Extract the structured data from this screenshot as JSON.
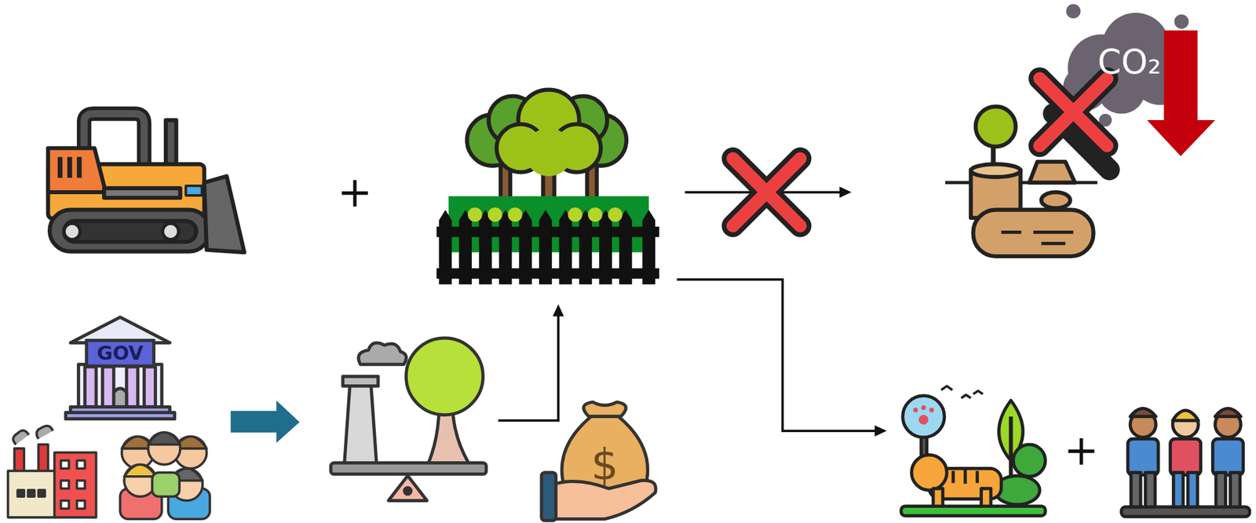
{
  "diagram": {
    "labels": [
      "+",
      "CO₂",
      "GOV",
      "$",
      "+"
    ]
  }
}
